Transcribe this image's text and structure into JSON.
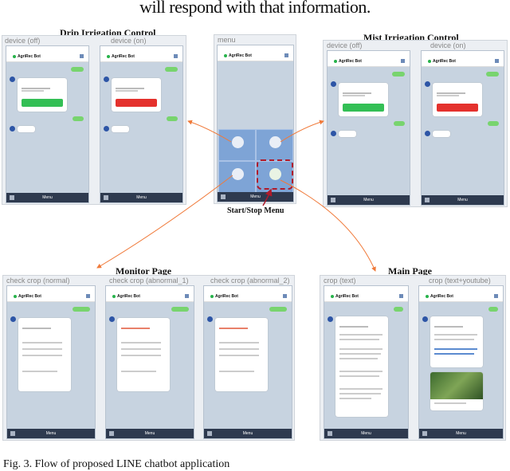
{
  "header_text": "will respond with that information.",
  "caption": "Fig. 3.  Flow of proposed LINE chatbot application",
  "sections": {
    "drip": "Drip Irrigation Control",
    "mist": "Mist Irrigation Control",
    "monitor": "Monitor Page",
    "main": "Main Page",
    "startstop": "Start/Stop Menu"
  },
  "panel_labels": {
    "drip_off": "device (off)",
    "drip_on": "device (on)",
    "menu": "menu",
    "mist_off": "device (off)",
    "mist_on": "device (on)",
    "monitor_normal": "check crop (normal)",
    "monitor_ab1": "check crop (abnormal_1)",
    "monitor_ab2": "check crop (abnormal_2)",
    "main_text": "crop (text)",
    "main_yt": "crop (text+youtube)"
  },
  "phone": {
    "app_title": "AgriRec Bot",
    "footer": "Menu"
  },
  "colors": {
    "accent": "#f07a3a",
    "start_stop_highlight": "#b01a2a",
    "menu_bg": "#7ea4d6",
    "phone_bg": "#c7d3e0",
    "footer_bg": "#2e3a4f"
  }
}
